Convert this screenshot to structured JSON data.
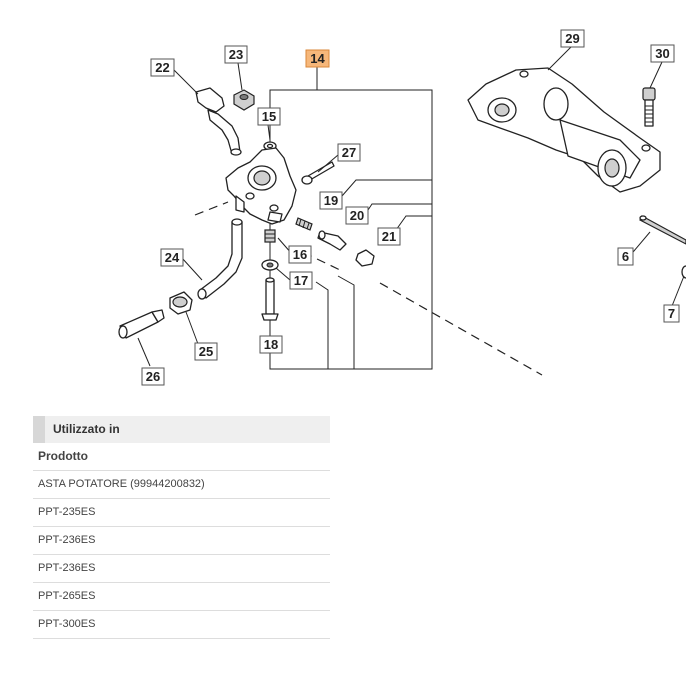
{
  "diagram": {
    "callouts": {
      "c14": "14",
      "c15": "15",
      "c16": "16",
      "c17": "17",
      "c18": "18",
      "c19": "19",
      "c20": "20",
      "c21": "21",
      "c22": "22",
      "c23": "23",
      "c24": "24",
      "c25": "25",
      "c26": "26",
      "c27": "27",
      "c29": "29",
      "c30": "30",
      "c6": "6",
      "c7": "7"
    },
    "highlight_color": "#f6b77a"
  },
  "usage": {
    "header": "Utilizzato in",
    "column": "Prodotto",
    "products": [
      "ASTA POTATORE (99944200832)",
      "PPT-235ES",
      "PPT-236ES",
      "PPT-236ES",
      "PPT-265ES",
      "PPT-300ES"
    ]
  }
}
